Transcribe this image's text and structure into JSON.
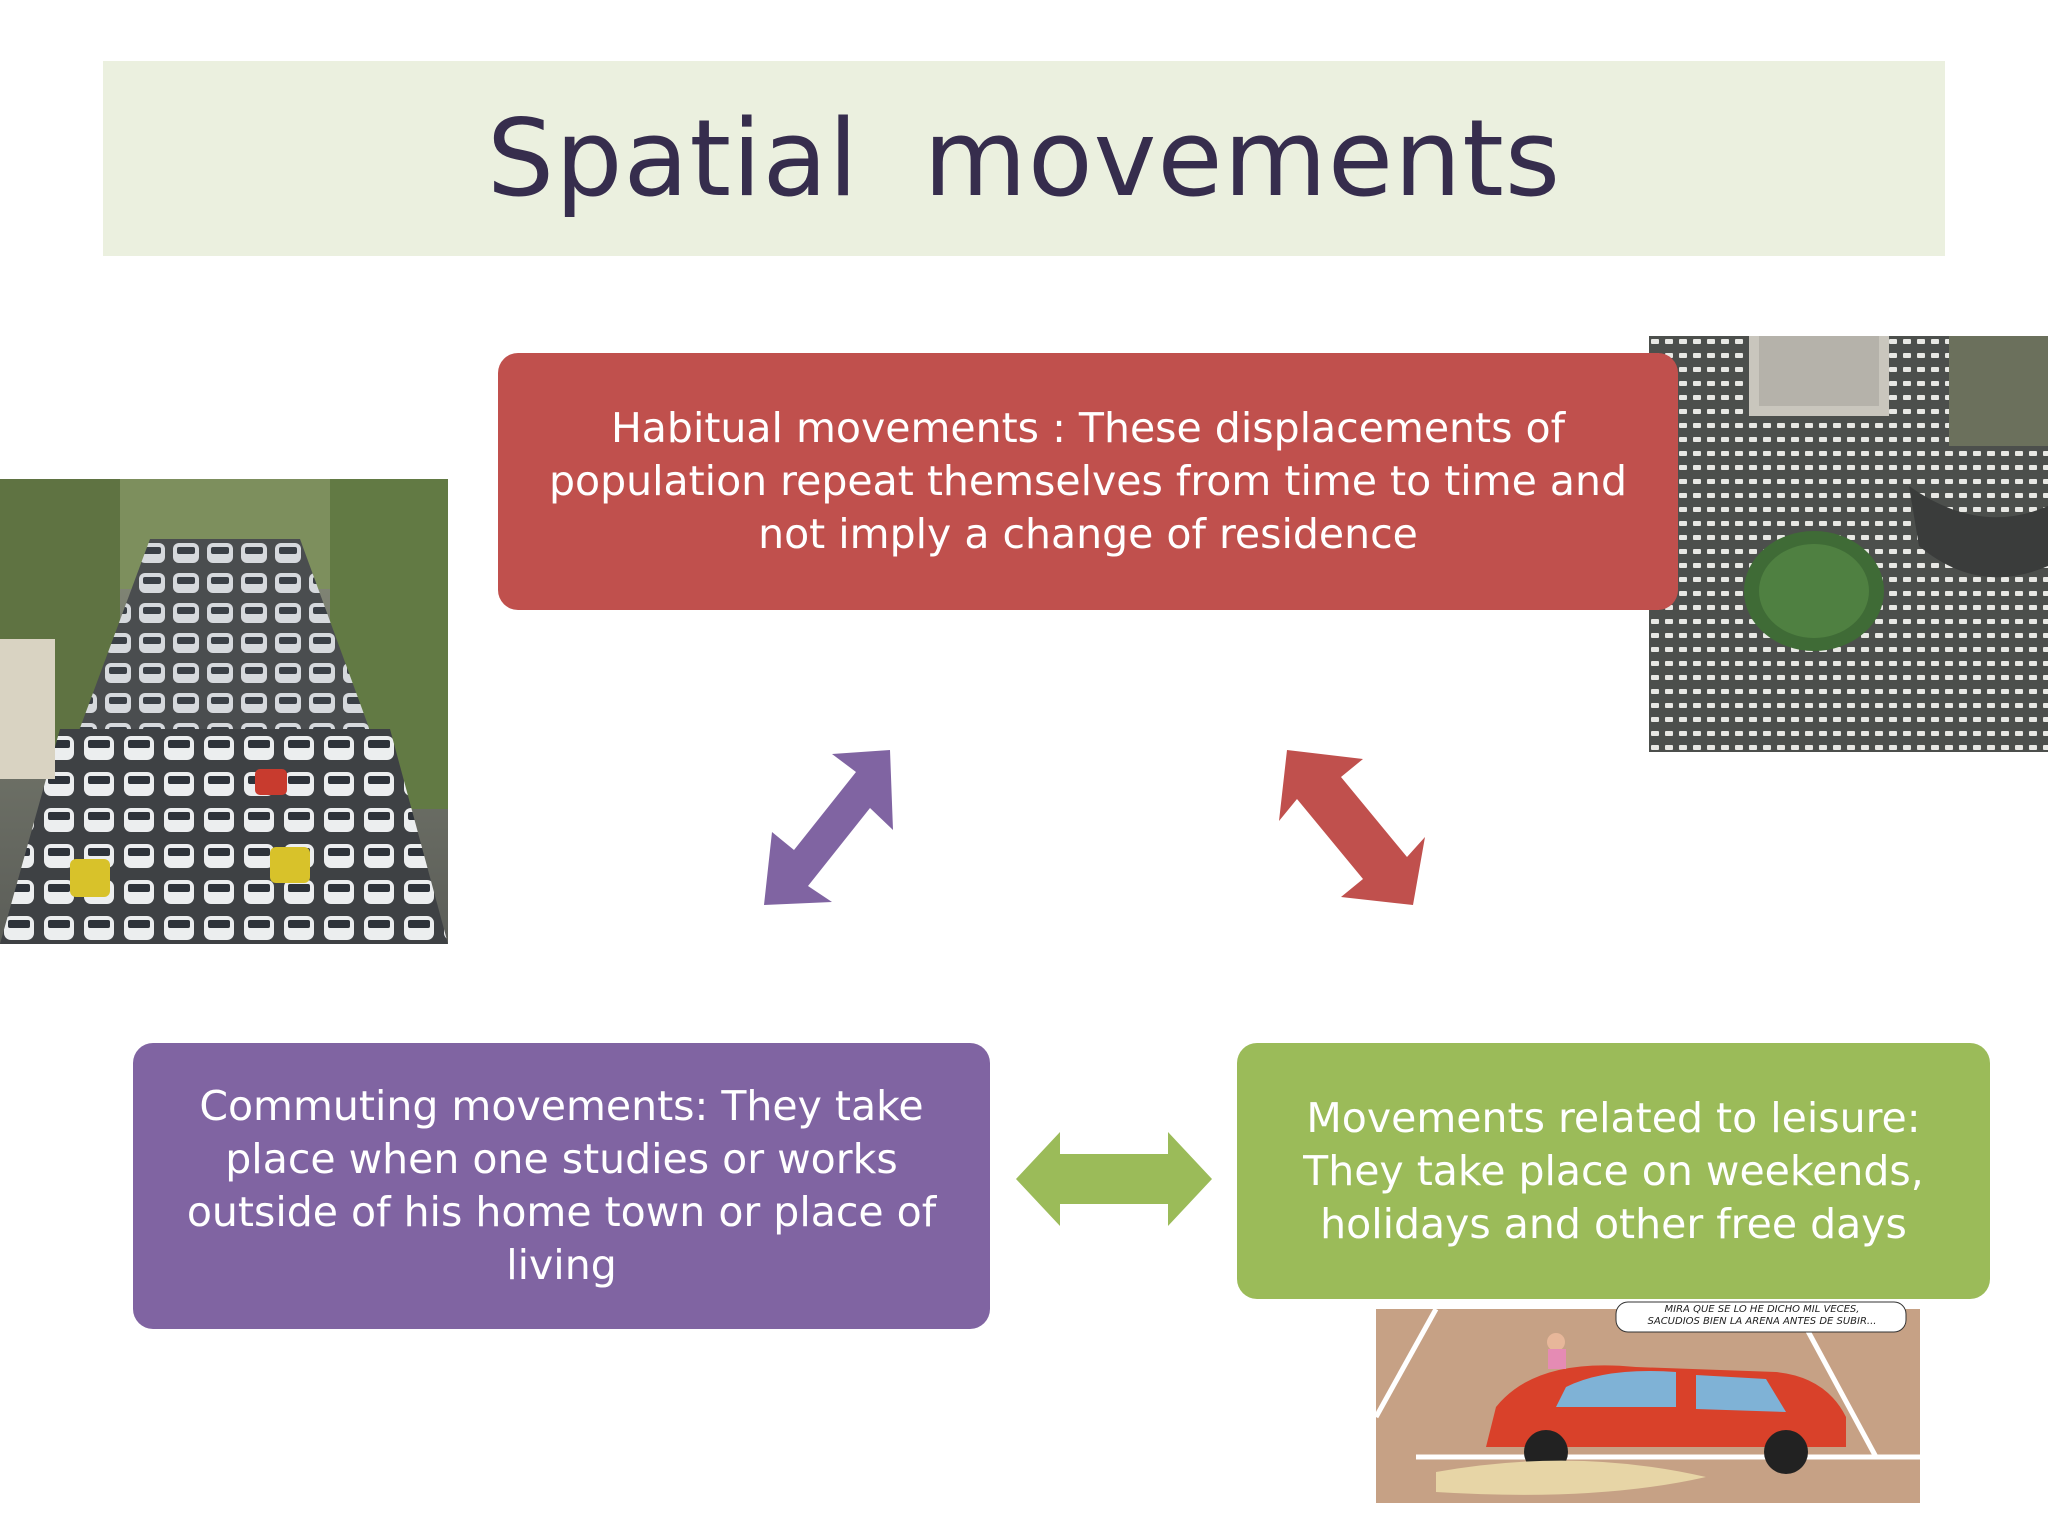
{
  "title": "Spatial  movements",
  "boxes": {
    "habitual": "Habitual movements : These  displacements  of population  repeat themselves  from  time to time and not imply  a change  of residence",
    "commuting": "Commuting  movements: They  take place when  one  studies  or  works outside of his home  town  or  place  of living",
    "leisure": "Movements  related to leisure: They  take place on weekends, holidays  and  other  free days"
  },
  "cartoon": {
    "caption_line1": "MIRA QUE SE LO HE DICHO MIL VECES,",
    "caption_line2": "SACUDIOS BIEN LA ARENA ANTES DE SUBIR..."
  },
  "colors": {
    "title_bg": "#ebf0df",
    "title_text": "#362d4d",
    "red": "#c0504d",
    "purple": "#8064a2",
    "green": "#9bbb59"
  }
}
